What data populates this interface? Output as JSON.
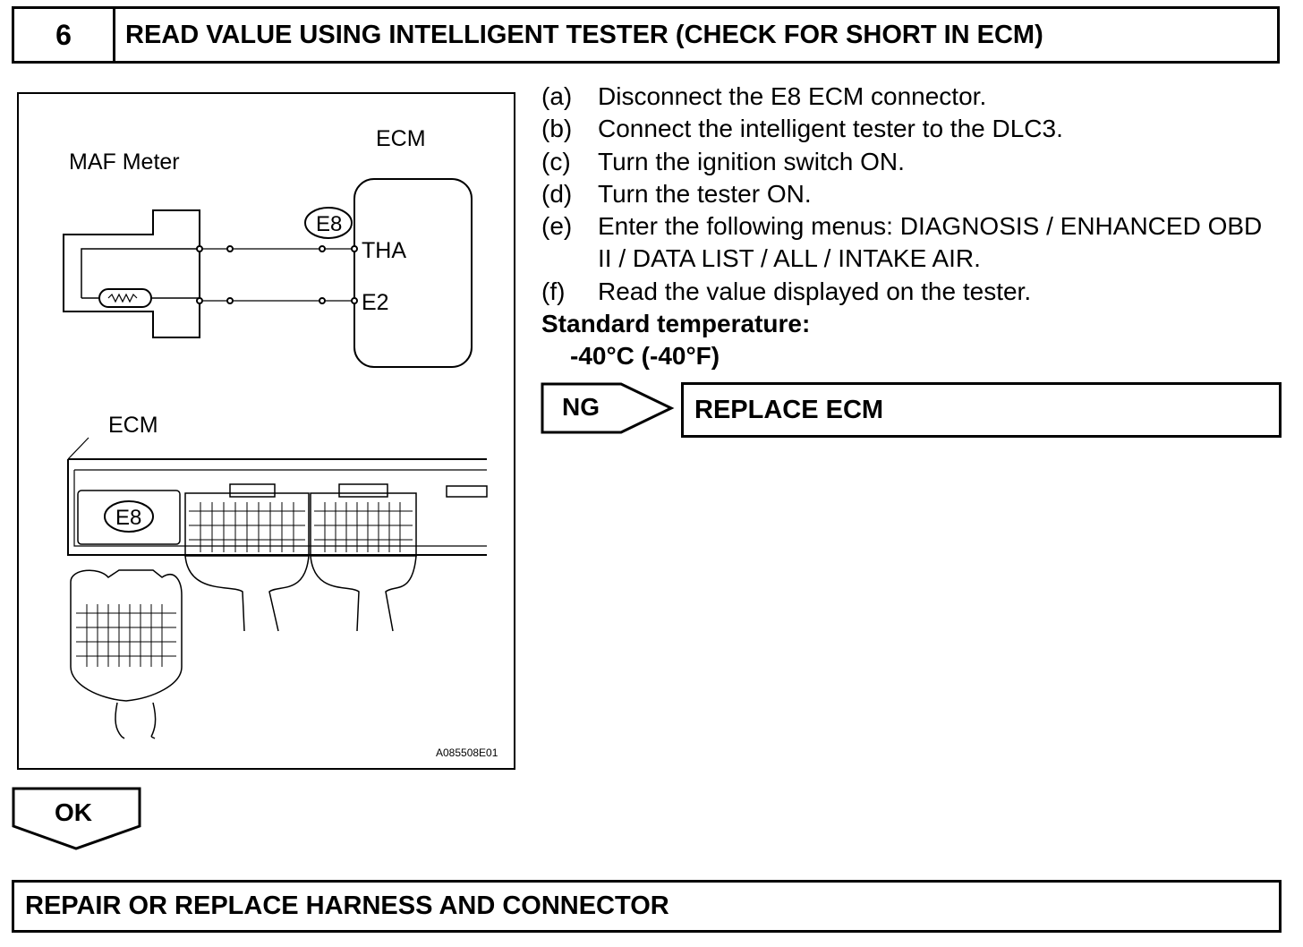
{
  "header": {
    "step_number": "6",
    "title": "READ VALUE USING INTELLIGENT TESTER (CHECK FOR SHORT IN ECM)"
  },
  "figure": {
    "maf_label": "MAF Meter",
    "ecm_label_top": "ECM",
    "connector_tag": "E8",
    "terminal_tha": "THA",
    "terminal_e2": "E2",
    "ecm_label_bottom": "ECM",
    "connector_tag_bottom": "E8",
    "figure_code": "A085508E01"
  },
  "instructions": [
    {
      "label": "(a)",
      "text": "Disconnect the E8 ECM connector."
    },
    {
      "label": "(b)",
      "text": "Connect the intelligent tester to the DLC3."
    },
    {
      "label": "(c)",
      "text": "Turn the ignition switch ON."
    },
    {
      "label": "(d)",
      "text": "Turn the tester ON."
    },
    {
      "label": "(e)",
      "text": "Enter the following menus: DIAGNOSIS / ENHANCED OBD II / DATA LIST / ALL / INTAKE AIR."
    },
    {
      "label": "(f)",
      "text": "Read the value displayed on the tester."
    }
  ],
  "standard": {
    "title": "Standard temperature:",
    "value": "-40°C (-40°F)"
  },
  "ng": {
    "tag": "NG",
    "action": "REPLACE ECM"
  },
  "ok": {
    "tag": "OK"
  },
  "final": {
    "action": "REPAIR OR REPLACE HARNESS AND CONNECTOR"
  }
}
